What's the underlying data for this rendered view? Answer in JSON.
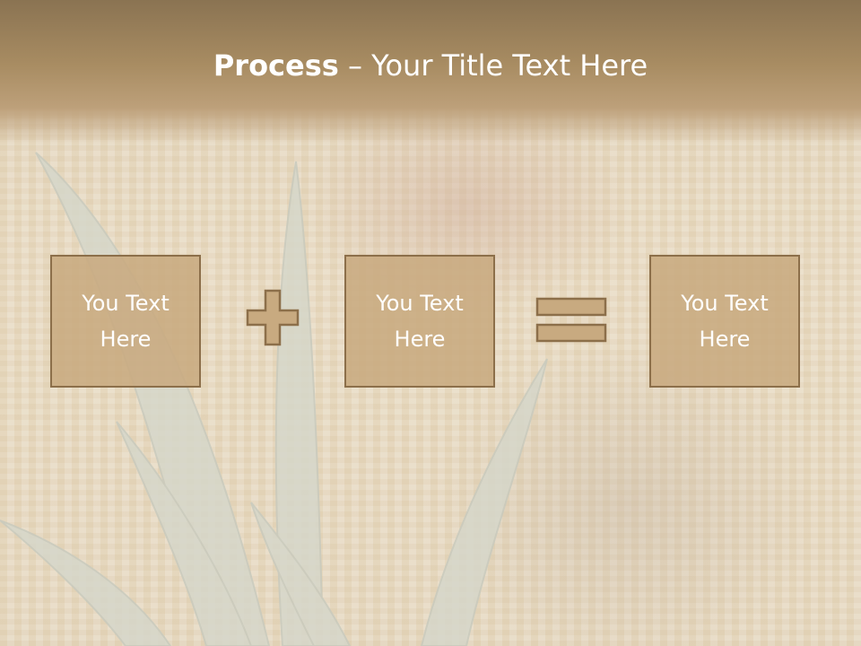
{
  "slide": {
    "title_bold": "Process",
    "title_rest": " – Your Title Text Here"
  },
  "steps": [
    {
      "text": "You Text\nHere"
    },
    {
      "text": "You Text\nHere"
    },
    {
      "text": "You Text\nHere"
    }
  ],
  "operators": {
    "first": "plus-icon",
    "second": "equals-icon"
  },
  "colors": {
    "header": "#a88c62",
    "box_fill": "#c8aa80",
    "box_border": "#8c6f4a",
    "title_text": "#ffffff"
  }
}
